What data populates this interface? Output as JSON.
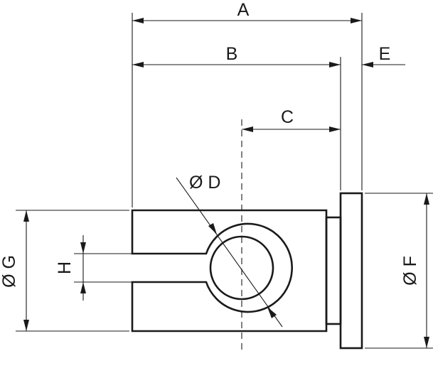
{
  "drawing": {
    "line_color": "#1a1a1a",
    "background": "#ffffff",
    "labels": {
      "A": "A",
      "B": "B",
      "C": "C",
      "D": "Ø D",
      "E": "E",
      "F": "Ø F",
      "G": "Ø G",
      "H": "H"
    }
  }
}
